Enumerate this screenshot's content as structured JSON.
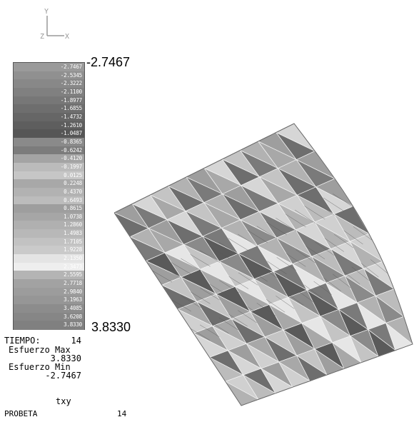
{
  "axis_triad": {
    "y_label": "Y",
    "z_label": "Z",
    "x_label": "X"
  },
  "legend": {
    "max_label": "-2.7467",
    "min_label": "3.8330",
    "levels": [
      {
        "value": "-2.7467",
        "color": "#9a9a9a"
      },
      {
        "value": "-2.5345",
        "color": "#909090"
      },
      {
        "value": "-2.3222",
        "color": "#888888"
      },
      {
        "value": "-2.1100",
        "color": "#808080"
      },
      {
        "value": "-1.8977",
        "color": "#777777"
      },
      {
        "value": "-1.6855",
        "color": "#6e6e6e"
      },
      {
        "value": "-1.4732",
        "color": "#666666"
      },
      {
        "value": "-1.2610",
        "color": "#5e5e5e"
      },
      {
        "value": "-1.0487",
        "color": "#565656"
      },
      {
        "value": "-0.8365",
        "color": "#8a8a8a"
      },
      {
        "value": "-0.6242",
        "color": "#7c7c7c"
      },
      {
        "value": "-0.4120",
        "color": "#a4a4a4"
      },
      {
        "value": "-0.1997",
        "color": "#bbbbbb"
      },
      {
        "value": "0.0125",
        "color": "#c6c6c6"
      },
      {
        "value": "0.2248",
        "color": "#a8a8a8"
      },
      {
        "value": "0.4370",
        "color": "#b2b2b2"
      },
      {
        "value": "0.6493",
        "color": "#bcbcbc"
      },
      {
        "value": "0.8615",
        "color": "#9e9e9e"
      },
      {
        "value": "1.0738",
        "color": "#a6a6a6"
      },
      {
        "value": "1.2860",
        "color": "#b0b0b0"
      },
      {
        "value": "1.4983",
        "color": "#b8b8b8"
      },
      {
        "value": "1.7105",
        "color": "#c2c2c2"
      },
      {
        "value": "1.9228",
        "color": "#cacaca"
      },
      {
        "value": "2.1350",
        "color": "#e4e4e4"
      },
      {
        "value": "2.3473",
        "color": "#eeeeee"
      },
      {
        "value": "2.5595",
        "color": "#b4b4b4"
      },
      {
        "value": "2.7718",
        "color": "#a2a2a2"
      },
      {
        "value": "2.9840",
        "color": "#9c9c9c"
      },
      {
        "value": "3.1963",
        "color": "#969696"
      },
      {
        "value": "3.4085",
        "color": "#8c8c8c"
      },
      {
        "value": "3.6208",
        "color": "#868686"
      },
      {
        "value": "3.8330",
        "color": "#808080"
      }
    ]
  },
  "info": {
    "tiempo_label": "TIEMPO:",
    "tiempo_value": "14",
    "max_label": "Esfuerzo Max",
    "max_value": "3.8330",
    "min_label": "Esfuerzo Min",
    "min_value": "-2.7467",
    "component": "txy",
    "model_name": "PROBETA",
    "model_step": "14"
  }
}
